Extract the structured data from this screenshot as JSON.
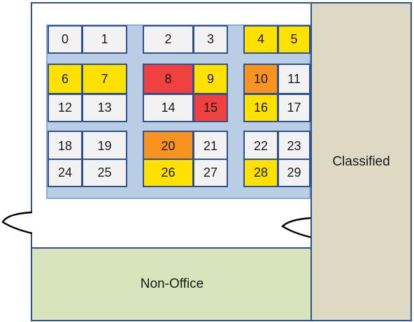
{
  "zones": {
    "non_office_label": "Non-Office",
    "classified_label": "Classified"
  },
  "colors": {
    "free": "#f2f2f2",
    "yellow": "#ffe100",
    "orange": "#f7931e",
    "red": "#f04040",
    "frame": "#2f528f",
    "floor": "#b9cde5",
    "non_office": "#d8e4bc",
    "classified": "#ddd9c3"
  },
  "desks": [
    {
      "label": "0",
      "status": "free"
    },
    {
      "label": "1",
      "status": "free"
    },
    {
      "label": "2",
      "status": "free"
    },
    {
      "label": "3",
      "status": "free"
    },
    {
      "label": "4",
      "status": "yellow"
    },
    {
      "label": "5",
      "status": "yellow"
    },
    {
      "label": "6",
      "status": "yellow"
    },
    {
      "label": "7",
      "status": "yellow"
    },
    {
      "label": "8",
      "status": "red"
    },
    {
      "label": "9",
      "status": "yellow"
    },
    {
      "label": "10",
      "status": "orange"
    },
    {
      "label": "11",
      "status": "free"
    },
    {
      "label": "12",
      "status": "free"
    },
    {
      "label": "13",
      "status": "free"
    },
    {
      "label": "14",
      "status": "free"
    },
    {
      "label": "15",
      "status": "red"
    },
    {
      "label": "16",
      "status": "yellow"
    },
    {
      "label": "17",
      "status": "free"
    },
    {
      "label": "18",
      "status": "free"
    },
    {
      "label": "19",
      "status": "free"
    },
    {
      "label": "20",
      "status": "orange"
    },
    {
      "label": "21",
      "status": "free"
    },
    {
      "label": "22",
      "status": "free"
    },
    {
      "label": "23",
      "status": "free"
    },
    {
      "label": "24",
      "status": "free"
    },
    {
      "label": "25",
      "status": "free"
    },
    {
      "label": "26",
      "status": "yellow"
    },
    {
      "label": "27",
      "status": "free"
    },
    {
      "label": "28",
      "status": "yellow"
    },
    {
      "label": "29",
      "status": "free"
    }
  ]
}
